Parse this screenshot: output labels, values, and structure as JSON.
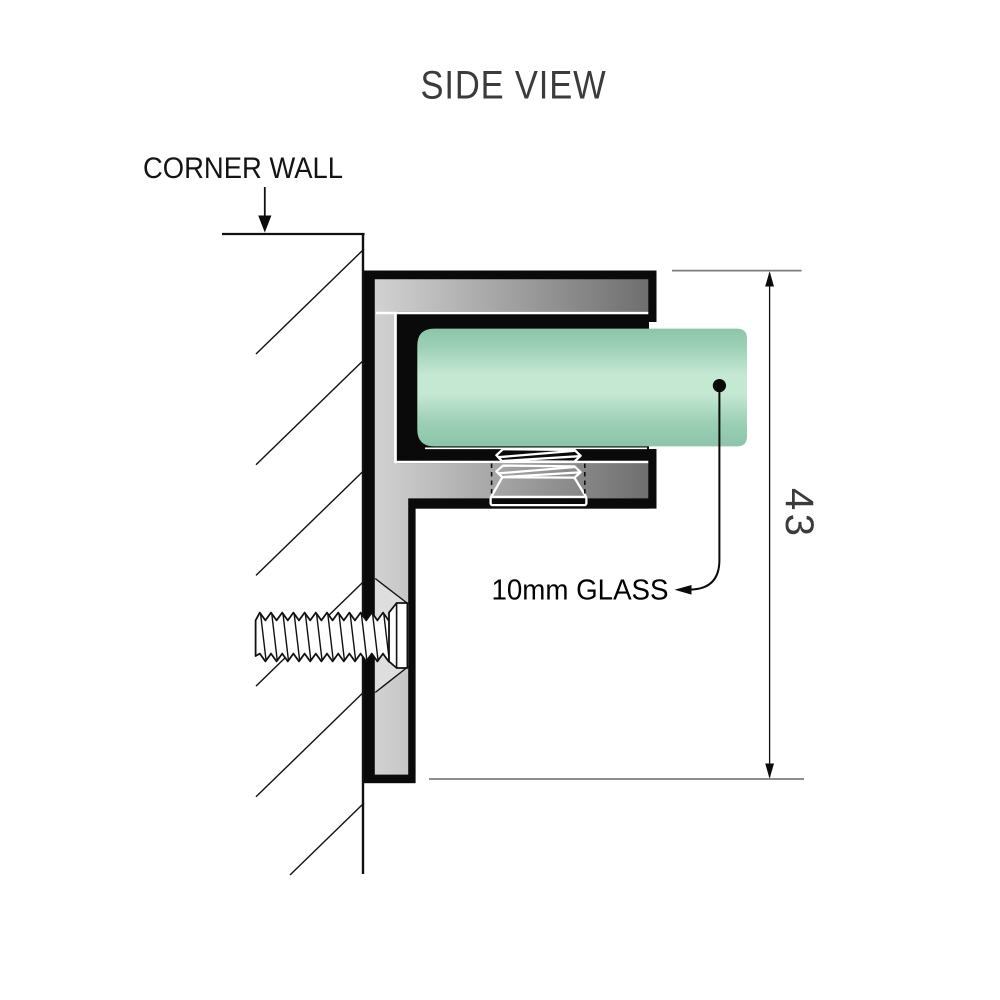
{
  "title": "SIDE VIEW",
  "annotations": {
    "wall_label": "CORNER WALL",
    "glass_label": "10mm GLASS",
    "dimension_value": "43"
  },
  "colors": {
    "line": "#111111",
    "black_fill": "#0a0a0a",
    "metal_light": "#d2d2d2",
    "metal_dark": "#6e6e6e",
    "countersink": "#dedede",
    "glass_edge": "#8cc5aa",
    "glass_mid": "#9dd1b7",
    "glass_mid2": "#9ccfb5",
    "glass_highlight": "#c5e8d3",
    "dim_line": "#7d7d7d",
    "label_dark": "#3b3b3b",
    "label_black": "#141414"
  }
}
